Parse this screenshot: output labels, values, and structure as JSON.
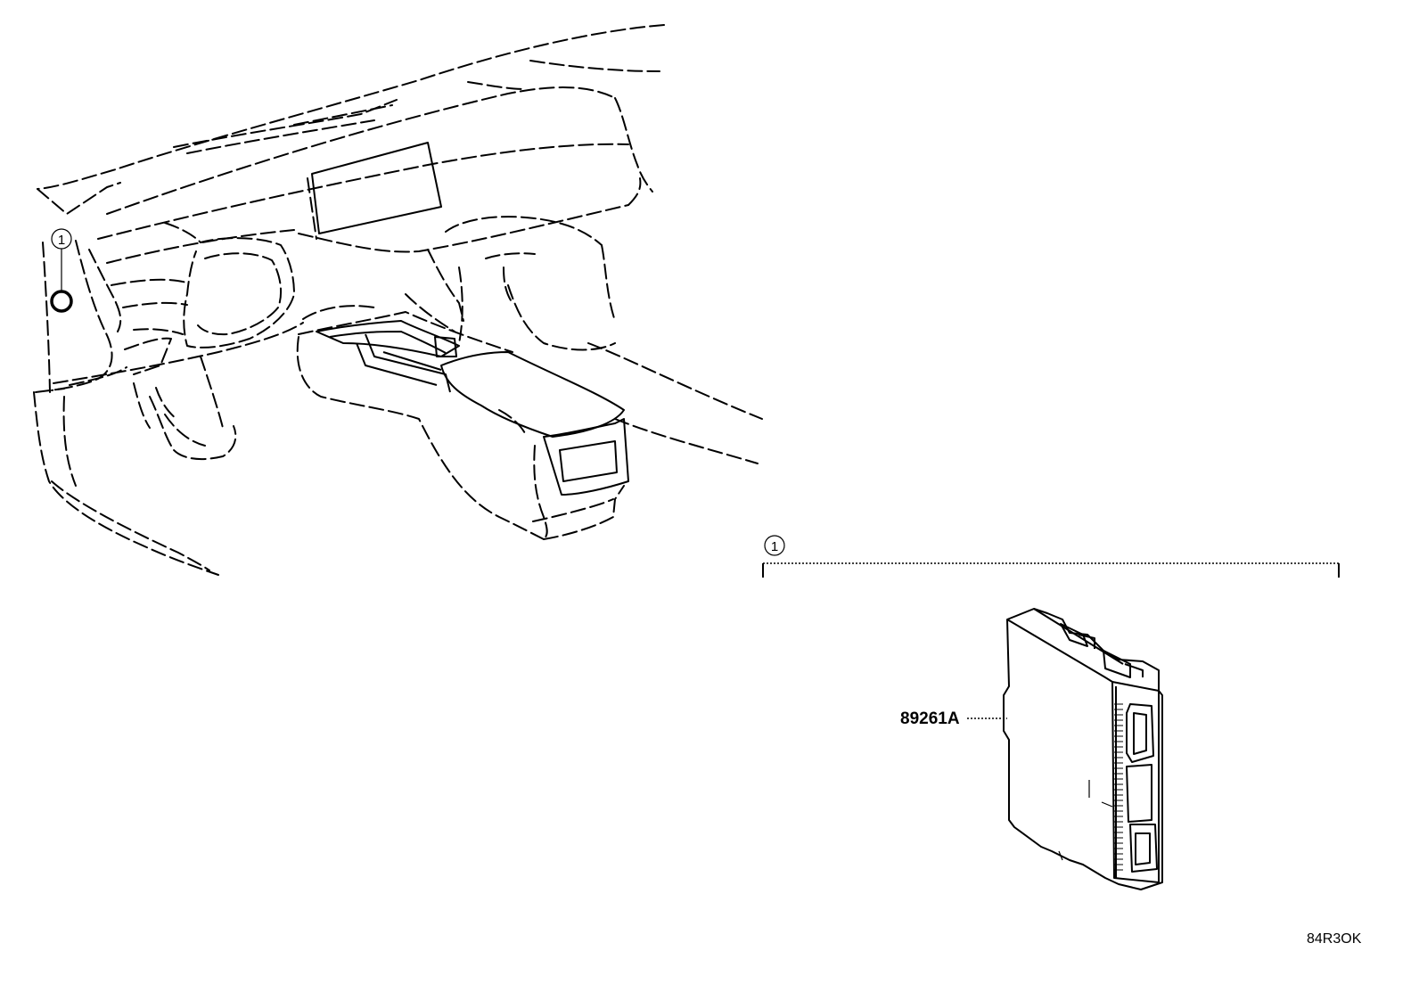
{
  "diagram": {
    "callout_marker": "1",
    "group_marker": "1",
    "part_number": "89261A",
    "illustration_code": "84R3OK"
  }
}
